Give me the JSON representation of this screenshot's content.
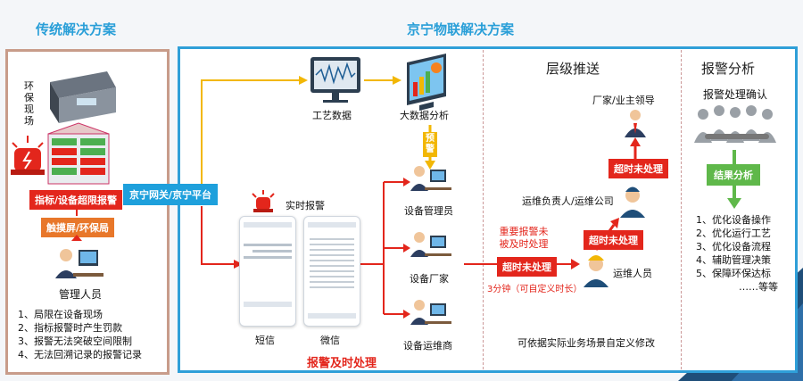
{
  "titles": {
    "left": "传统解决方案",
    "right": "京宁物联解决方案"
  },
  "left": {
    "site_label": "环保现场",
    "alarm_box": "指标/设备超限报警",
    "screen_box": "触摸屏/环保局",
    "person_label": "管理人员",
    "issues": [
      "1、局限在设备现场",
      "2、指标报警时产生罚款",
      "3、报警无法突破空间限制",
      "4、无法回溯记录的报警记录"
    ]
  },
  "gateway": "京宁网关/京宁平台",
  "middle": {
    "process_data": "工艺数据",
    "big_data": "大数据分析",
    "warning_tag": "预警",
    "realtime_alarm": "实时报警",
    "sms": "短信",
    "wechat": "微信",
    "bottom_caption": "报警及时处理",
    "recipients": [
      "设备管理员",
      "设备厂家",
      "设备运维商"
    ]
  },
  "escalation": {
    "title": "层级推送",
    "leader": "厂家/业主领导",
    "timeout": "超时未处理",
    "manager": "运维负责人/运维公司",
    "important": "重要报警未被及时处理",
    "staff": "运维人员",
    "delay": "3分钟（可自定义时长）",
    "footer": "可依据实际业务场景自定义修改"
  },
  "analysis": {
    "title": "报警分析",
    "confirm": "报警处理确认",
    "result": "结果分析",
    "items": [
      "1、优化设备操作",
      "2、优化运行工艺",
      "3、优化设备流程",
      "4、辅助管理决策",
      "5、保障环保达标",
      "……等等"
    ]
  },
  "colors": {
    "blue": "#1ea0dc",
    "red": "#e3261c",
    "orange": "#e8772a",
    "green": "#5fb84a",
    "arrow_yellow": "#f2b705"
  }
}
